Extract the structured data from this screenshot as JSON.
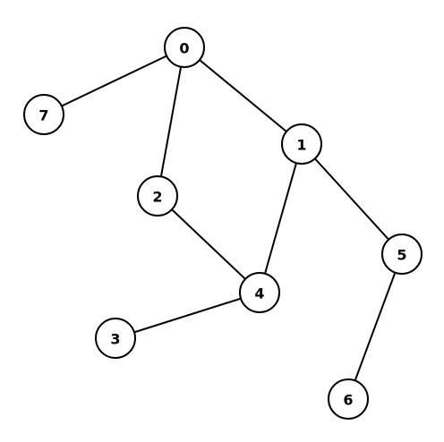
{
  "graph": {
    "nodes": [
      {
        "id": "0",
        "label": "0"
      },
      {
        "id": "1",
        "label": "1"
      },
      {
        "id": "2",
        "label": "2"
      },
      {
        "id": "3",
        "label": "3"
      },
      {
        "id": "4",
        "label": "4"
      },
      {
        "id": "5",
        "label": "5"
      },
      {
        "id": "6",
        "label": "6"
      },
      {
        "id": "7",
        "label": "7"
      }
    ],
    "edges": [
      {
        "from": "0",
        "to": "7"
      },
      {
        "from": "0",
        "to": "2"
      },
      {
        "from": "0",
        "to": "1"
      },
      {
        "from": "1",
        "to": "4"
      },
      {
        "from": "1",
        "to": "5"
      },
      {
        "from": "2",
        "to": "4"
      },
      {
        "from": "4",
        "to": "3"
      },
      {
        "from": "5",
        "to": "6"
      }
    ],
    "colors": {
      "stroke": "#000000",
      "fill": "#ffffff",
      "background": "#ffffff"
    }
  }
}
